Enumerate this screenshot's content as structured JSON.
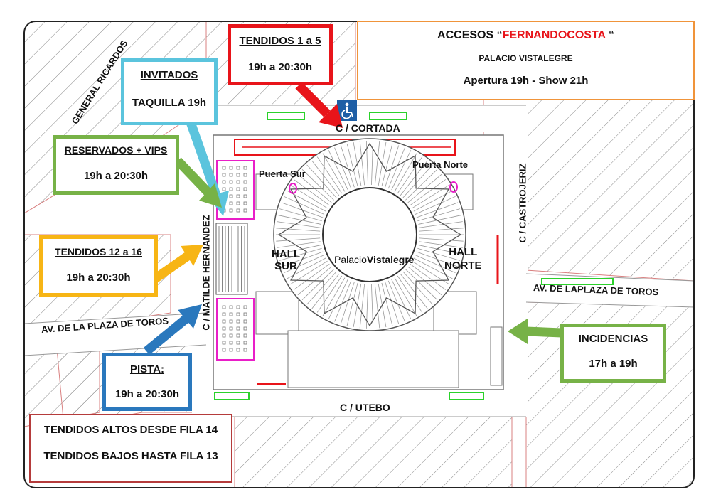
{
  "header": {
    "title_prefix": "ACCESOS “",
    "title_highlight": "FERNANDOCOSTA",
    "title_suffix": " “",
    "venue": "PALACIO VISTALEGRE",
    "schedule": "Apertura 19h - Show 21h"
  },
  "colors": {
    "red": "#e8141a",
    "cyan": "#5bc4dd",
    "green": "#77b247",
    "orange": "#f7b515",
    "blue": "#2a78bd",
    "magenta": "#e91ec8",
    "header_border": "#f0943a",
    "legend_border": "#b53b3b"
  },
  "access_boxes": {
    "tendidos_1_5": {
      "title": "TENDIDOS 1 a 5",
      "time": "19h a 20:30h"
    },
    "invitados": {
      "title": "INVITADOS",
      "subtitle": "TAQUILLA 19h"
    },
    "reservados": {
      "title": "RESERVADOS + VIPS",
      "time": "19h a 20:30h"
    },
    "tendidos_12_16": {
      "title": "TENDIDOS 12 a 16",
      "time": "19h a 20:30h"
    },
    "pista": {
      "title": "PISTA:",
      "time": "19h a 20:30h"
    },
    "incidencias": {
      "title": "INCIDENCIAS",
      "time": "17h a 19h"
    }
  },
  "legend": {
    "line1": "TENDIDOS ALTOS DESDE FILA 14",
    "line2": "TENDIDOS BAJOS HASTA FILA 13"
  },
  "streets": {
    "cortada": "C / CORTADA",
    "utebo": "C / UTEBO",
    "castrojeriz": "C / CASTROJERIZ",
    "matilde": "C / MATILDE HERNANDEZ",
    "general_ricardos": "GENERAL RICARDOS",
    "plaza_toros_left": "AV. DE LA PLAZA DE TOROS",
    "plaza_toros_right": "AV. DE LAPLAZA DE TOROS"
  },
  "venue_labels": {
    "puerta_sur": "Puerta Sur",
    "puerta_norte": "Puerta Norte",
    "hall_sur_1": "HALL",
    "hall_sur_2": "SUR",
    "hall_norte_1": "HALL",
    "hall_norte_2": "NORTE",
    "logo_light": "Palacio",
    "logo_bold": "Vistalegre"
  },
  "icons": [
    "wheelchair-icon",
    "arrow-icon"
  ]
}
